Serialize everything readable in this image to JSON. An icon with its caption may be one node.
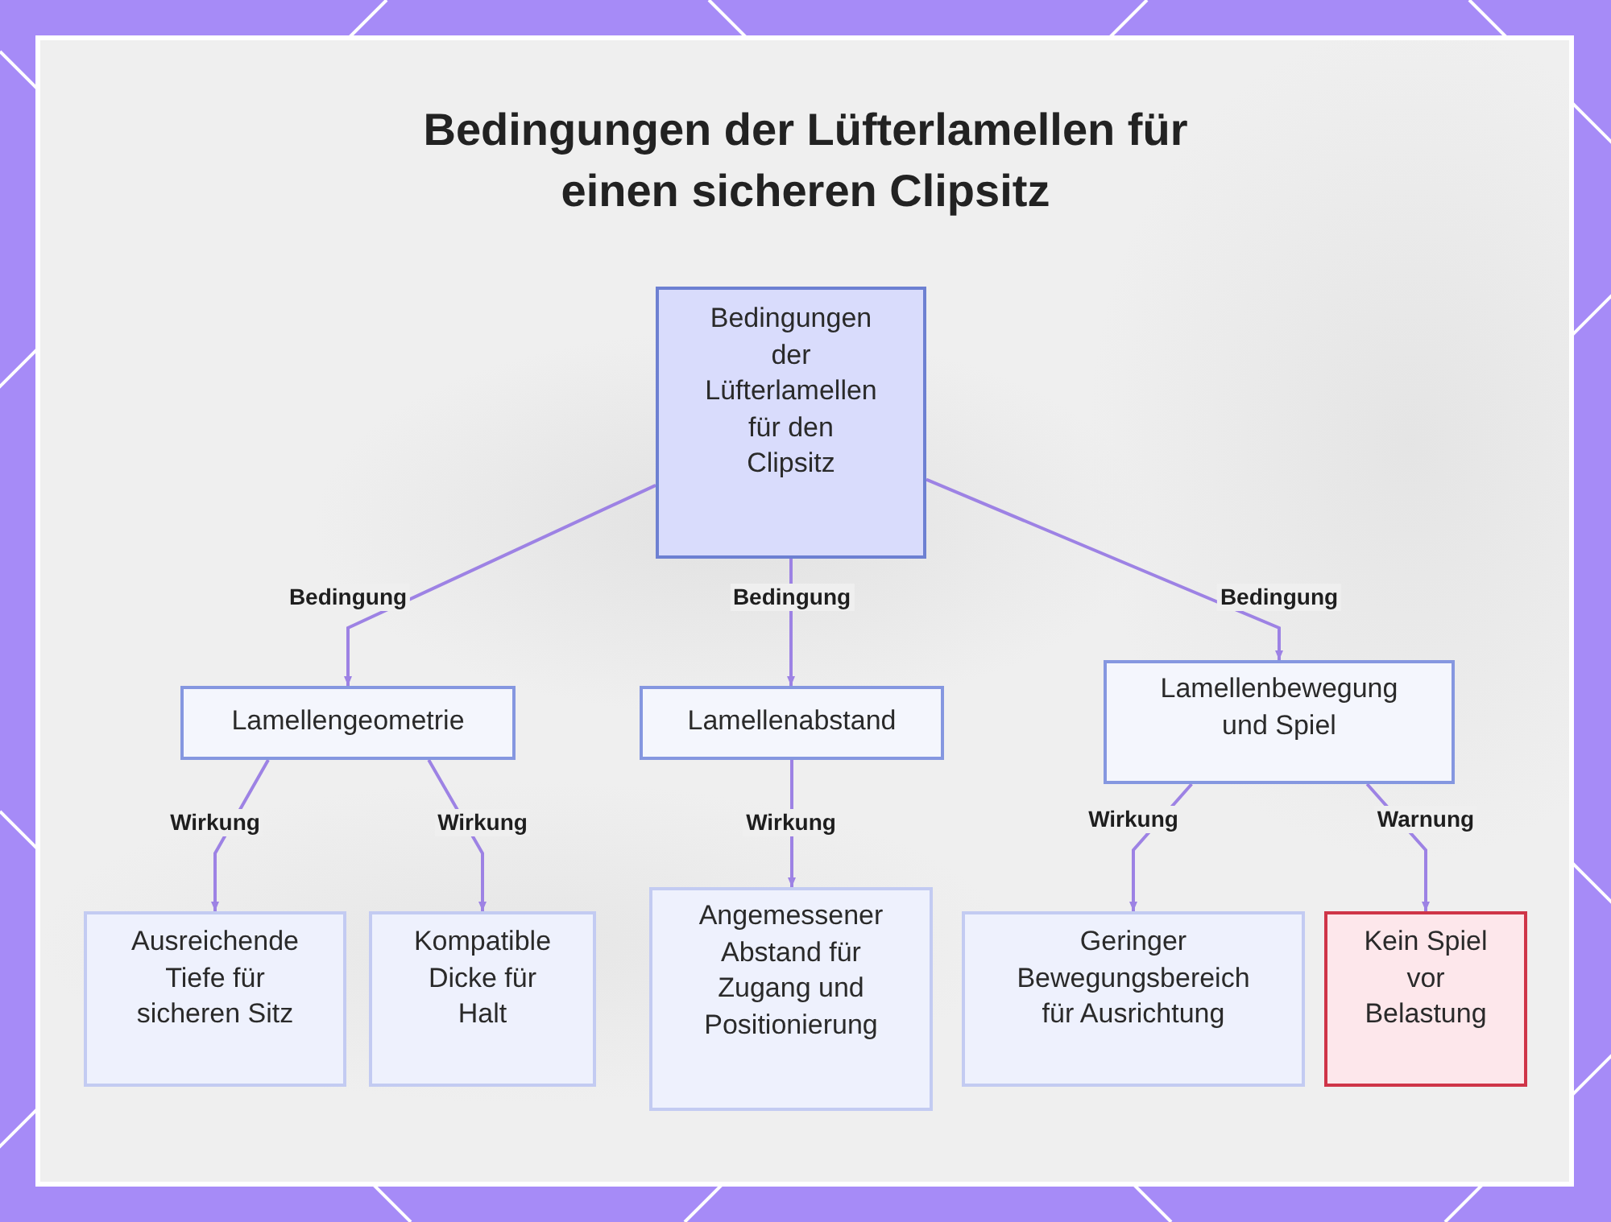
{
  "diagram": {
    "title": "Bedingungen der Lüfterlamellen für einen sicheren Clipsitz",
    "nodes": [
      {
        "text": [
          "Bedingungen der Lüfterlamellen für den Clipsitz"
        ]
      },
      {
        "text": [
          "Lamellengeometrie"
        ]
      },
      {
        "text": [
          "Lamellenabstand"
        ]
      },
      {
        "text": [
          "Lamellenbewegung und Spiel"
        ]
      },
      {
        "text": [
          "Ausreichende Tiefe für sicheren Sitz"
        ]
      },
      {
        "text": [
          "Kompatible Dicke für Halt"
        ]
      },
      {
        "text": [
          "Angemessener Abstand für Zugang und Positionierung"
        ]
      },
      {
        "text": [
          "Geringer Bewegungsbereich für Ausrichtung"
        ]
      },
      {
        "text": [
          "Kein Spiel vor Belastung"
        ]
      }
    ],
    "edges": [
      {
        "from": 0,
        "to": 1,
        "arrow": "to",
        "label": "Bedingung"
      },
      {
        "from": 0,
        "to": 2,
        "arrow": "to",
        "label": "Bedingung"
      },
      {
        "from": 0,
        "to": 3,
        "arrow": "to",
        "label": "Bedingung"
      },
      {
        "from": 1,
        "to": 4,
        "arrow": "to",
        "label": "Wirkung"
      },
      {
        "from": 1,
        "to": 5,
        "arrow": "to",
        "label": "Wirkung"
      },
      {
        "from": 2,
        "to": 6,
        "arrow": "to",
        "label": "Wirkung"
      },
      {
        "from": 3,
        "to": 7,
        "arrow": "to",
        "label": "Wirkung"
      },
      {
        "from": 3,
        "to": 8,
        "arrow": "to",
        "label": "Warnung"
      }
    ]
  }
}
